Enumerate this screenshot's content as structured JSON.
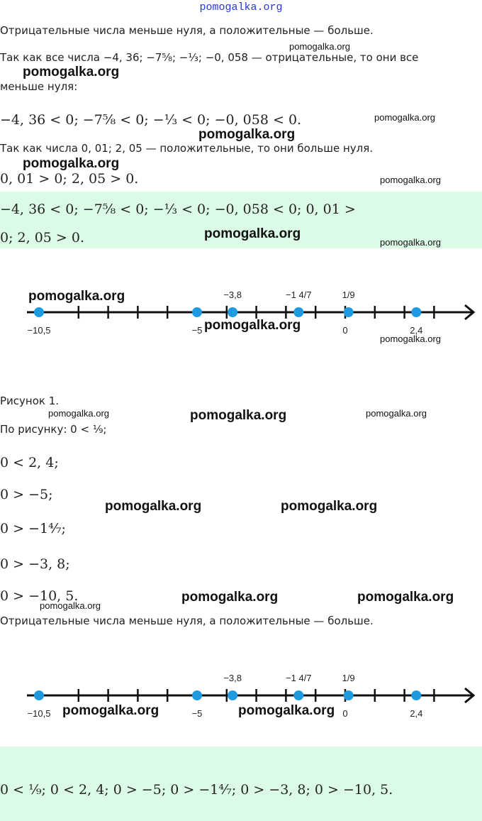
{
  "header": {
    "watermark": "pomogalka.org"
  },
  "texts": {
    "rule": "Отрицательные числа меньше нуля, а положительные — больше.",
    "line1": "Так как все числа −4, 36;  −7⁵⁄₈;  −¹⁄₃;  −0, 058 — отрицательные, то они все",
    "line1b": "меньше нуля:",
    "ineq1": "−4, 36  <  0; −7⁵⁄₈  <  0; −¹⁄₃  <  0; −0, 058  <  0.",
    "line2": "Так как числа 0, 01;  2, 05 — положительные, то они больше нуля.",
    "ineq2": "0, 01  >  0;  2, 05  >  0.",
    "answer1a": "−4, 36  <  0; −7⁵⁄₈  <  0; −¹⁄₃  <  0; −0, 058  <  0; 0, 01  >",
    "answer1b": "0;  2, 05  >  0.",
    "figure": "Рисунок 1.",
    "byfig": "По рисунку: 0  <  ¹⁄₉;",
    "c1": "0  <  2, 4;",
    "c2": "0  >  −5;",
    "c3": "0  >  −1⁴⁄₇;",
    "c4": "0  >  −3, 8;",
    "c5": "0  >  −10, 5.",
    "rule2": "Отрицательные числа меньше нуля, а положительные — больше.",
    "answer2": "0  <  ¹⁄₉; 0  <  2, 4; 0  >  −5; 0  >  −1⁴⁄₇; 0  >  −3, 8; 0  >  −10, 5."
  },
  "number_line": {
    "points": [
      {
        "value": -10.5,
        "label": "−10,5",
        "pos": "below"
      },
      {
        "value": -5,
        "label": "−5",
        "pos": "below"
      },
      {
        "value": -3.8,
        "label": "−3,8",
        "pos": "above"
      },
      {
        "value": -1.5714,
        "label": "−1 4/7",
        "pos": "above"
      },
      {
        "value": 0.1111,
        "label": "1/9",
        "pos": "above"
      },
      {
        "value": 2.4,
        "label": "2,4",
        "pos": "below"
      }
    ],
    "zero_label": "0",
    "dot_color": "#1e9be0"
  }
}
